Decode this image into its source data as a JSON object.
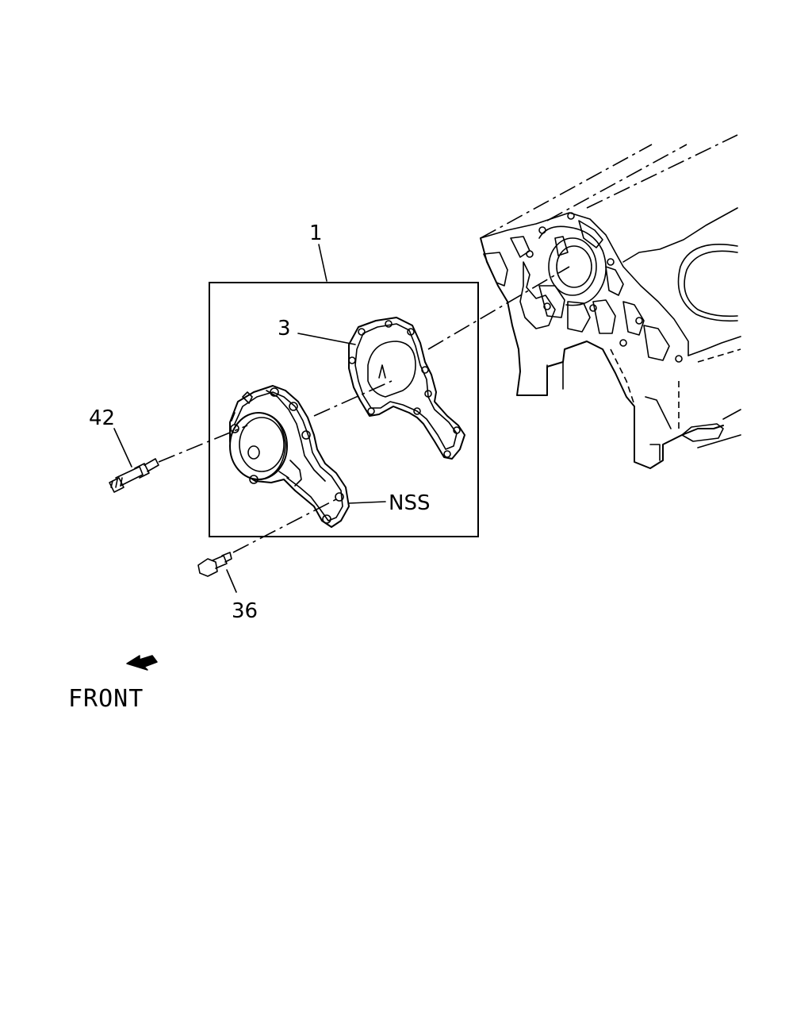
{
  "callouts": {
    "assembly": "1",
    "gasket": "3",
    "stud": "42",
    "bolt": "36",
    "nss": "NSS"
  },
  "front_label": "FRONT",
  "colors": {
    "ink": "#000000",
    "paper": "#ffffff"
  },
  "icons": {
    "front_arrow": "arrow-down-left"
  }
}
